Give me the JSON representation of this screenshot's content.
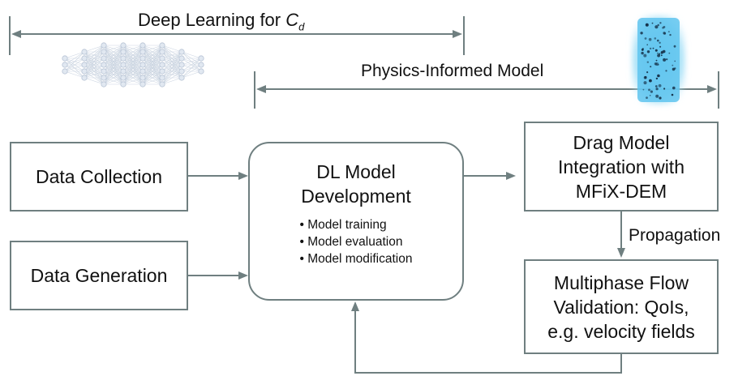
{
  "header": {
    "deep_learning_text": "Deep Learning for",
    "deep_learning_symbol": "C",
    "deep_learning_subscript": "d",
    "physics_informed": "Physics-Informed Model"
  },
  "boxes": {
    "data_collection": "Data Collection",
    "data_generation": "Data Generation",
    "dl_model_title_line1": "DL Model",
    "dl_model_title_line2": "Development",
    "dl_model_bullets": [
      "Model training",
      "Model evaluation",
      "Model modification"
    ],
    "drag_model_lines": [
      "Drag Model",
      "Integration with",
      "MFiX-DEM"
    ],
    "multiphase_lines": [
      "Multiphase Flow",
      "Validation: QoIs,",
      "e.g. velocity fields"
    ]
  },
  "edges": {
    "propagation_label": "Propagation"
  },
  "colors": {
    "line": "#6f7f80",
    "particle_glow": "#5fc4ee",
    "network_tint": "#8fa7c4"
  },
  "icons": {
    "network": "neural-network-icon",
    "particles": "particle-column-icon"
  }
}
